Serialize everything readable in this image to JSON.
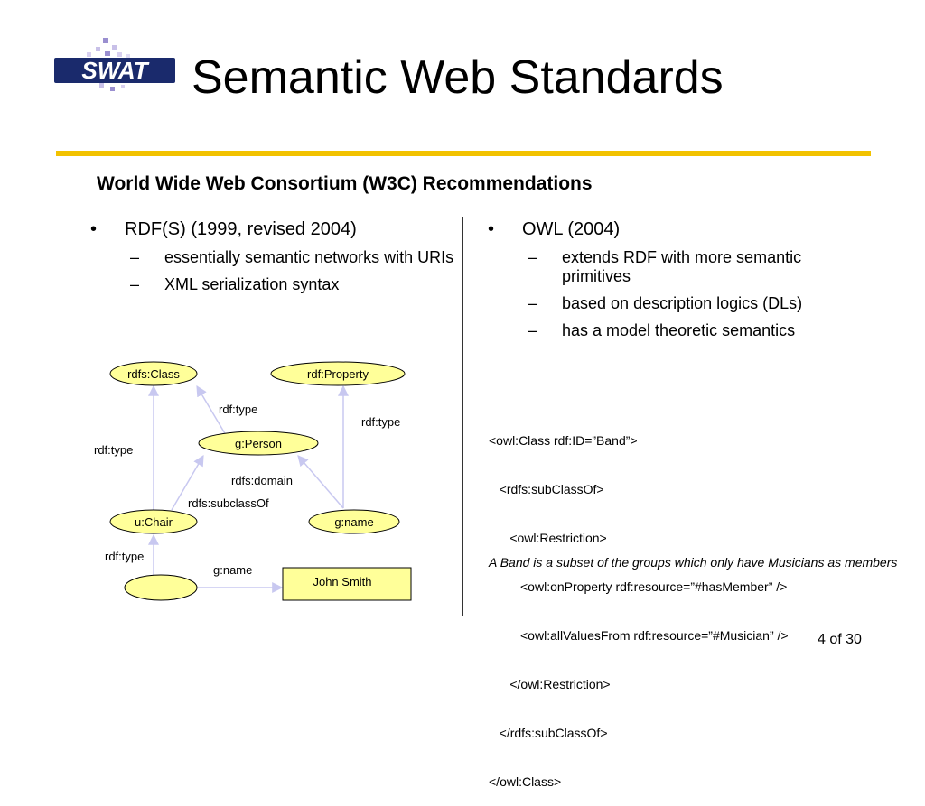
{
  "title": "Semantic Web Standards",
  "subtitle": "World Wide Web Consortium (W3C) Recommendations",
  "logo_text": "SWAT",
  "left": {
    "bullet": "RDF(S) (1999, revised 2004)",
    "subs": [
      "essentially semantic networks with URIs",
      "XML serialization syntax"
    ]
  },
  "right": {
    "bullet": "OWL (2004)",
    "subs": [
      "extends RDF with more semantic primitives",
      "based on description logics (DLs)",
      "has a model theoretic semantics"
    ]
  },
  "diagram": {
    "nodes": {
      "rdfs_class": "rdfs:Class",
      "rdf_property": "rdf:Property",
      "g_person": "g:Person",
      "u_chair": "u:Chair",
      "g_name": "g:name",
      "blank": "",
      "john_smith": "John Smith"
    },
    "edges": {
      "rdf_type_1": "rdf:type",
      "rdf_type_2": "rdf:type",
      "rdf_type_3": "rdf:type",
      "rdfs_domain": "rdfs:domain",
      "rdfs_subclassof": "rdfs:subclassOf",
      "rdf_type_4": "rdf:type",
      "g_name_edge": "g:name"
    }
  },
  "code_lines": [
    "<owl:Class rdf:ID=”Band”>",
    "   <rdfs:subClassOf>",
    "      <owl:Restriction>",
    "         <owl:onProperty rdf:resource=”#hasMember” />",
    "         <owl:allValuesFrom rdf:resource=”#Musician” />",
    "      </owl:Restriction>",
    "   </rdfs:subClassOf>",
    "</owl:Class>"
  ],
  "caption": "A Band is a subset of the groups which only have Musicians as members",
  "page_number": "4 of 30",
  "colors": {
    "accent_rule": "#f2c200",
    "node_fill": "#ffff99",
    "edge_line": "#c8c8f0",
    "logo_navy": "#1a2a6c"
  }
}
